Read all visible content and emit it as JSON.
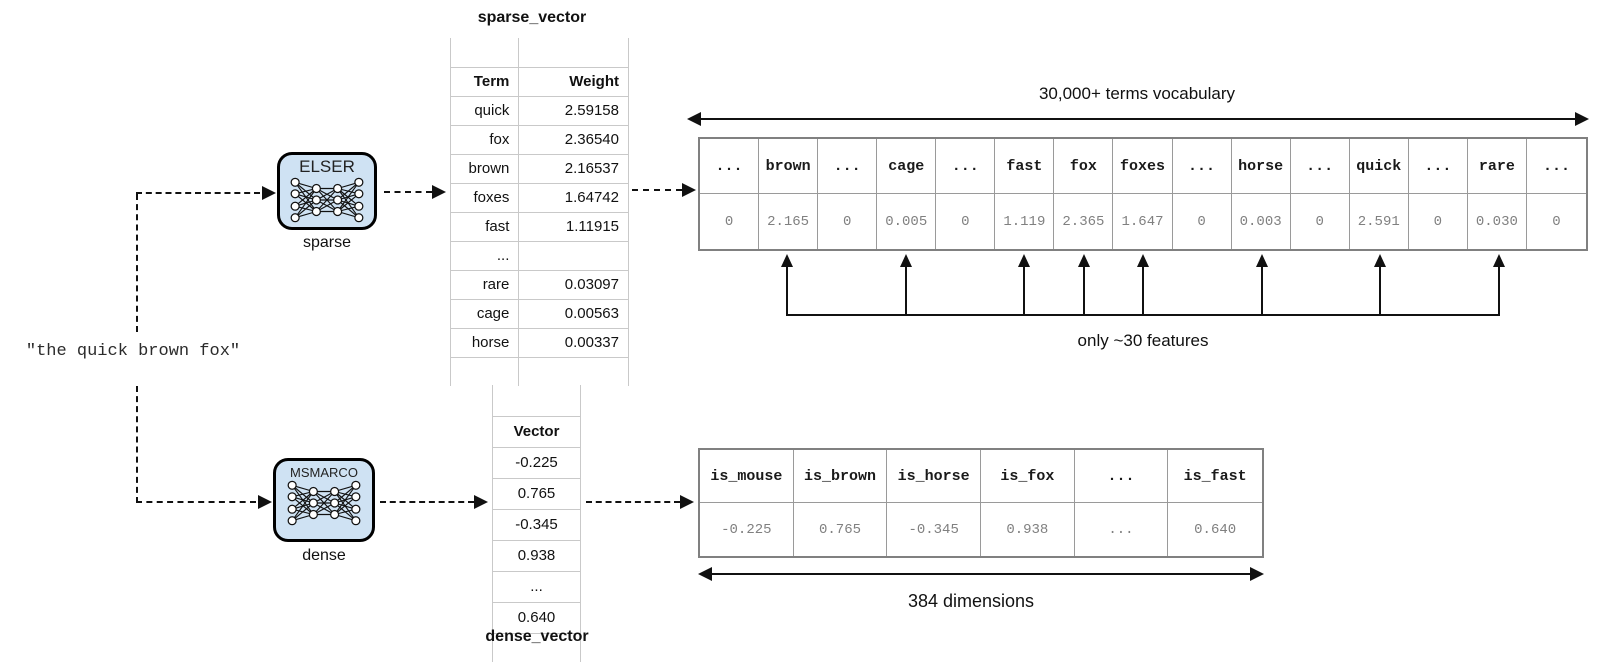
{
  "query_text": "\"the quick brown fox\"",
  "sparse_model": {
    "name": "ELSER",
    "caption": "sparse"
  },
  "dense_model": {
    "name": "MSMARCO",
    "caption": "dense"
  },
  "sparse_table": {
    "title": "sparse_vector",
    "col_term": "Term",
    "col_weight": "Weight",
    "rows": [
      {
        "term": "quick",
        "weight": "2.59158"
      },
      {
        "term": "fox",
        "weight": "2.36540"
      },
      {
        "term": "brown",
        "weight": "2.16537"
      },
      {
        "term": "foxes",
        "weight": "1.64742"
      },
      {
        "term": "fast",
        "weight": "1.11915"
      },
      {
        "term": "...",
        "weight": ""
      },
      {
        "term": "rare",
        "weight": "0.03097"
      },
      {
        "term": "cage",
        "weight": "0.00563"
      },
      {
        "term": "horse",
        "weight": "0.00337"
      }
    ]
  },
  "sparse_grid": {
    "top_label": "30,000+ terms vocabulary",
    "bottom_label": "only ~30 features",
    "headers": [
      "...",
      "brown",
      "...",
      "cage",
      "...",
      "fast",
      "fox",
      "foxes",
      "...",
      "horse",
      "...",
      "quick",
      "...",
      "rare",
      "..."
    ],
    "values": [
      "0",
      "2.165",
      "0",
      "0.005",
      "0",
      "1.119",
      "2.365",
      "1.647",
      "0",
      "0.003",
      "0",
      "2.591",
      "0",
      "0.030",
      "0"
    ],
    "feature_columns": [
      1,
      3,
      5,
      6,
      7,
      9,
      11,
      13
    ]
  },
  "dense_table": {
    "title": "dense_vector",
    "col_vector": "Vector",
    "rows": [
      "-0.225",
      "0.765",
      "-0.345",
      "0.938",
      "...",
      "0.640"
    ]
  },
  "dense_grid": {
    "bottom_label": "384 dimensions",
    "headers": [
      "is_mouse",
      "is_brown",
      "is_horse",
      "is_fox",
      "...",
      "is_fast"
    ],
    "values": [
      "-0.225",
      "0.765",
      "-0.345",
      "0.938",
      "...",
      "0.640"
    ]
  },
  "colors": {
    "model_box_fill": "#cfe2f3",
    "model_box_border": "#000000",
    "grid_border": "#808080",
    "grid_inner_border": "#9a9a9a",
    "value_text": "#808080",
    "sheet_gridline": "#c9c9c9"
  }
}
